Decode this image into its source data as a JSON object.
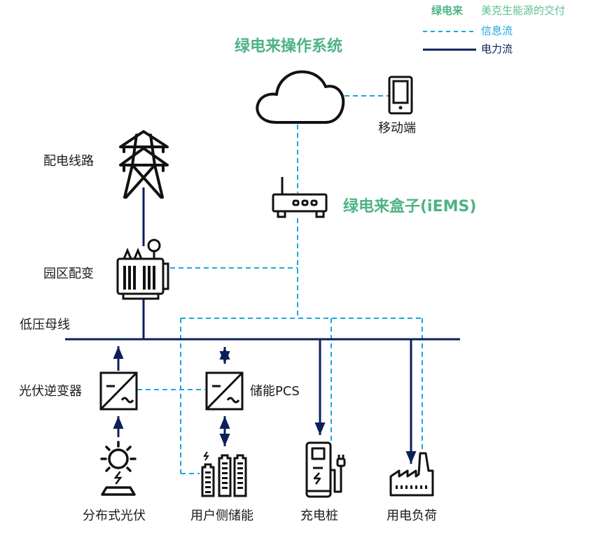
{
  "legend": {
    "brand": "绿电来",
    "tagline": "美克生能源的交付",
    "info_flow": "信息流",
    "power_flow": "电力流"
  },
  "colors": {
    "brand_green": "#4db384",
    "info_flow": "#1aa7e0",
    "power_flow": "#0b1f5c",
    "icon": "#111111"
  },
  "titles": {
    "os": "绿电来操作系统",
    "box": "绿电来盒子(iEMS)"
  },
  "nodes": {
    "mobile": "移动端",
    "distribution_line": "配电线路",
    "park_transformer": "园区配变",
    "low_voltage_bus": "低压母线",
    "pv_inverter": "光伏逆变器",
    "storage_pcs": "储能PCS",
    "distributed_pv": "分布式光伏",
    "user_storage": "用户侧储能",
    "charging_pile": "充电桩",
    "load": "用电负荷"
  },
  "icons": {
    "cloud": "cloud-icon",
    "phone": "mobile-phone-icon",
    "router": "router-icon",
    "tower": "power-tower-icon",
    "transformer": "transformer-icon",
    "inverter": "dc-ac-converter-icon",
    "solar": "solar-panel-icon",
    "battery": "battery-storage-icon",
    "charger": "ev-charger-icon",
    "factory": "factory-icon"
  }
}
